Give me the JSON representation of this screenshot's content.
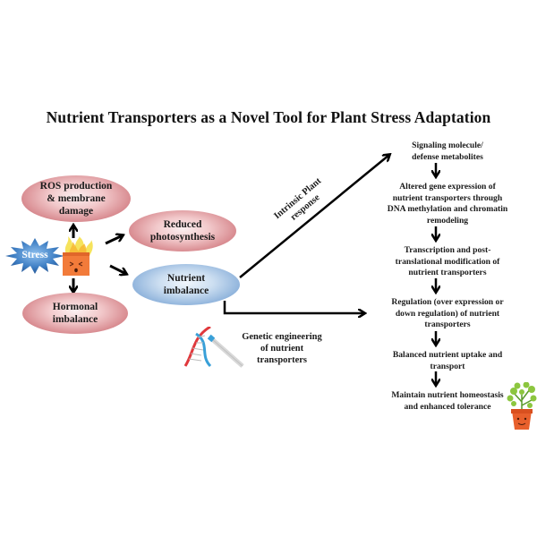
{
  "title": "Nutrient Transporters as a Novel Tool for Plant Stress Adaptation",
  "stress_label": "Stress",
  "nodes": {
    "ros": "ROS production & membrane damage",
    "ros_lines": [
      "ROS production",
      "& membrane",
      "damage"
    ],
    "hormonal_lines": [
      "Hormonal",
      "imbalance"
    ],
    "photosynthesis_lines": [
      "Reduced",
      "photosynthesis"
    ],
    "nutrient_lines": [
      "Nutrient",
      "imbalance"
    ]
  },
  "intrinsic_label_lines": [
    "Intrinsic Plant",
    "response"
  ],
  "genetic_label_lines": [
    "Genetic engineering",
    "of  nutrient",
    "transporters"
  ],
  "steps": [
    {
      "lines": [
        "Signaling molecule/",
        "defense metabolites"
      ]
    },
    {
      "lines": [
        "Altered gene expression of",
        "nutrient transporters through",
        "DNA methylation and chromatin",
        "remodeling"
      ]
    },
    {
      "lines": [
        "Transcription and post-",
        "translational modification of",
        "nutrient transporters"
      ]
    },
    {
      "lines": [
        "Regulation (over expression or",
        "down regulation) of nutrient",
        "transporters"
      ]
    },
    {
      "lines": [
        "Balanced nutrient uptake and",
        "transport"
      ]
    },
    {
      "lines": [
        "Maintain nutrient homeostasis",
        "and enhanced tolerance"
      ]
    }
  ],
  "icons": {
    "stress": "stress-starburst-icon",
    "fire_box": "angry-burning-box-icon",
    "dna": "dna-editing-icon",
    "plant": "potted-plant-icon"
  },
  "colors": {
    "red_node": "#d98d92",
    "blue_node": "#93b6dd",
    "stress_star": "#3f7fc4",
    "arrow": "#000000"
  }
}
